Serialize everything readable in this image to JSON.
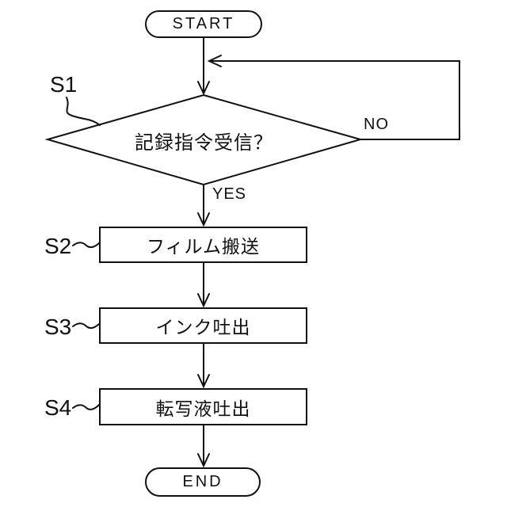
{
  "diagram": {
    "type": "flowchart",
    "nodes": {
      "start": {
        "label": "START",
        "shape": "terminal"
      },
      "decision": {
        "step": "S1",
        "label": "記録指令受信？",
        "shape": "diamond"
      },
      "process1": {
        "step": "S2",
        "label": "フィルム搬送",
        "shape": "rect"
      },
      "process2": {
        "step": "S3",
        "label": "インク吐出",
        "shape": "rect"
      },
      "process3": {
        "step": "S4",
        "label": "転写液吐出",
        "shape": "rect"
      },
      "end": {
        "label": "END",
        "shape": "terminal"
      }
    },
    "branches": {
      "no": "NO",
      "yes": "YES"
    },
    "colors": {
      "line": "#111111",
      "background": "#ffffff"
    }
  }
}
